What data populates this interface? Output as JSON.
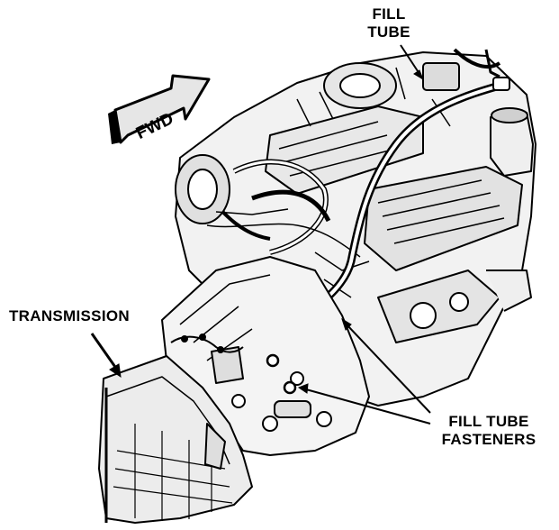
{
  "labels": {
    "fill_tube_line1": "FILL",
    "fill_tube_line2": "TUBE",
    "transmission": "TRANSMISSION",
    "fasteners_line1": "FILL TUBE",
    "fasteners_line2": "FASTENERS",
    "fwd": "FWD"
  },
  "colors": {
    "ink": "#000000",
    "paper": "#ffffff",
    "shade": "#d8d8d8"
  }
}
